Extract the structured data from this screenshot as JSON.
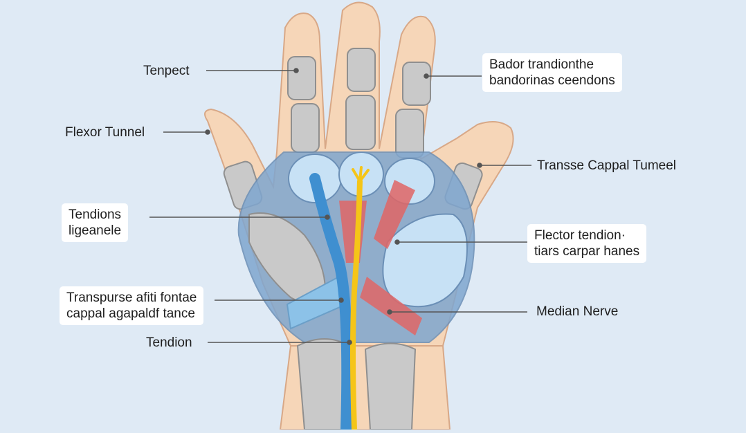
{
  "colors": {
    "background": "#dfeaf5",
    "skin": "#f6d6b8",
    "skin_outline": "#d8a887",
    "bone": "#c9c9c9",
    "bone_outline": "#8f8f8f",
    "tunnel": "#7fa6cf",
    "bursa": "#c7e1f5",
    "tendon_blue": "#3f8fd0",
    "median_nerve": "#f5c518",
    "muscle_red": "#e06666",
    "ligament": "#8cc2e8",
    "leader_line": "#555555"
  },
  "labels": {
    "tenpect": "Tenpect",
    "flexor_tunnel": "Flexor Tunnel",
    "tendions_ligament": [
      "Tendions",
      "ligeanele"
    ],
    "transpurse": [
      "Transpurse afiti fontae",
      "cappal agapaldf tance"
    ],
    "tendion": "Tendion",
    "bador": [
      "Bador trandionthe",
      "bandorinas ceendons"
    ],
    "transse": "Transse Cappal Tumeel",
    "flector": [
      "Flector tendion·",
      "tiars carpar hanes"
    ],
    "median": "Median Nerve"
  }
}
